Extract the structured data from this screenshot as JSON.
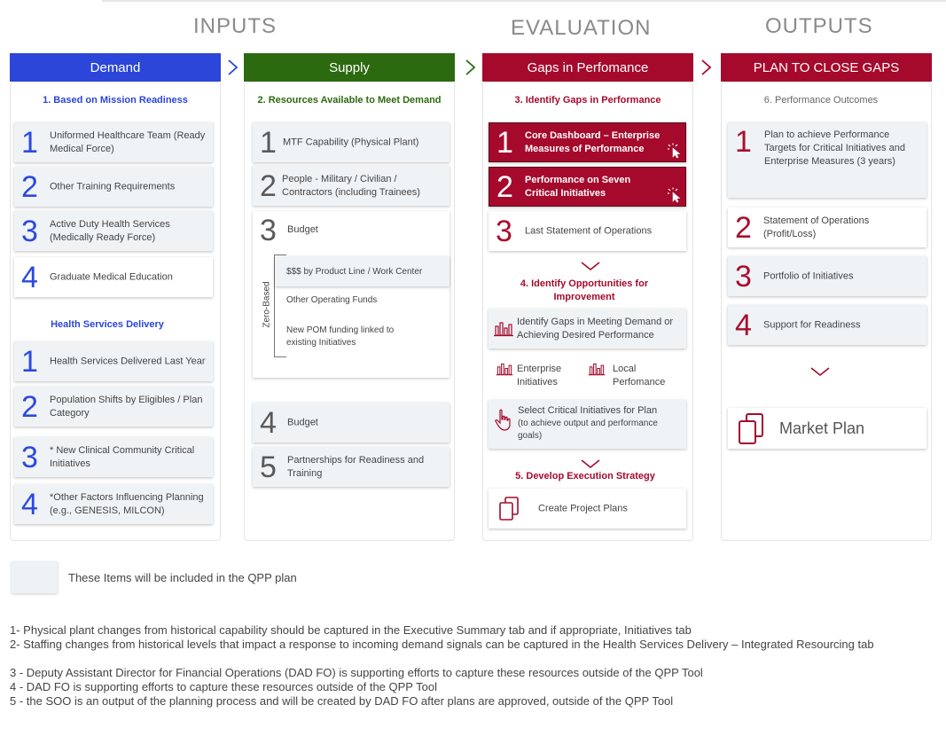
{
  "sections": {
    "inputs": "INPUTS",
    "evaluation": "EVALUATION",
    "outputs": "OUTPUTS"
  },
  "colors": {
    "demand": "#2b46d8",
    "supply": "#2c6a10",
    "gaps": "#a50a2c",
    "plan": "#a50a2c"
  },
  "demand": {
    "header": "Demand",
    "subtitle1": "1. Based on Mission Readiness",
    "items1": [
      {
        "n": "1",
        "text": "Uniformed Healthcare Team (Ready Medical Force)"
      },
      {
        "n": "2",
        "text": "Other Training  Requirements"
      },
      {
        "n": "3",
        "text": "Active Duty Health Services (Medically Ready Force)"
      },
      {
        "n": "4",
        "text": "Graduate Medical  Education"
      }
    ],
    "subtitle2": "Health Services Delivery",
    "items2": [
      {
        "n": "1",
        "text": "Health Services Delivered Last Year"
      },
      {
        "n": "2",
        "text": "Population Shifts by Eligibles / Plan Category"
      },
      {
        "n": "3",
        "text": "* New Clinical Community Critical Initiatives"
      },
      {
        "n": "4",
        "text": "*Other Factors Influencing Planning (e.g., GENESIS, MILCON)"
      }
    ]
  },
  "supply": {
    "header": "Supply",
    "subtitle": "2. Resources Available to Meet Demand",
    "items": [
      {
        "n": "1",
        "text": "MTF Capability  (Physical Plant)"
      },
      {
        "n": "2",
        "text": "People - Military / Civilian / Contractors (including Trainees)"
      },
      {
        "n": "3",
        "text": "Budget"
      }
    ],
    "zero_based_label": "Zero-Based",
    "budget_subitems": [
      "$$$ by Product Line / Work  Center",
      "Other Operating Funds",
      "New POM funding linked to existing Initiatives"
    ],
    "items_lower": [
      {
        "n": "4",
        "text": "Budget"
      },
      {
        "n": "5",
        "text": "Partnerships for Readiness and Training"
      }
    ]
  },
  "gaps": {
    "header": "Gaps in Perfomance",
    "subtitle3": "3. Identify Gaps in Performance",
    "items": [
      {
        "n": "1",
        "text": "Core Dashboard – Enterprise Measures of Performance"
      },
      {
        "n": "2",
        "text": "Performance on Seven Critical Initiatives"
      },
      {
        "n": "3",
        "text": "Last Statement of Operations"
      }
    ],
    "subtitle4": "4. Identify Opportunities for Improvement",
    "identify_gaps": "Identify Gaps in Meeting Demand or Achieving Desired Performance",
    "enterprise": "Enterprise Initiatives",
    "local": "Local Perfomance",
    "select_title": "Select Critical Initiatives for Plan",
    "select_note": "(to achieve output and performance goals)",
    "subtitle5": "5. Develop Execution Strategy",
    "create_plans": "Create Project Plans"
  },
  "plan": {
    "header": "PLAN TO CLOSE GAPS",
    "subtitle": "6. Performance Outcomes",
    "items": [
      {
        "n": "1",
        "text": "Plan to achieve Performance Targets for  Critical Initiatives  and  Enterprise Measures (3 years)"
      },
      {
        "n": "2",
        "text": "Statement of Operations (Profit/Loss)"
      },
      {
        "n": "3",
        "text": "Portfolio of Initiatives"
      },
      {
        "n": "4",
        "text": "Support for Readiness"
      }
    ],
    "market_plan": "Market Plan"
  },
  "legend": "These Items will be included in the QPP plan",
  "footnotes": [
    "1-  Physical plant changes from historical capability should be captured in the Executive Summary tab and if appropriate, Initiatives tab",
    "2-  Staffing changes from historical levels that impact a response to incoming demand signals can be captured in the Health Services Delivery – Integrated Resourcing tab",
    "3 - Deputy Assistant Director for Financial Operations (DAD FO) is supporting efforts to capture these resources outside of the QPP Tool",
    "4 - DAD FO is supporting efforts to capture these resources outside of the QPP Tool",
    "5 - the SOO is an output of the planning process and will be created by DAD FO after plans are approved, outside of the QPP Tool"
  ]
}
